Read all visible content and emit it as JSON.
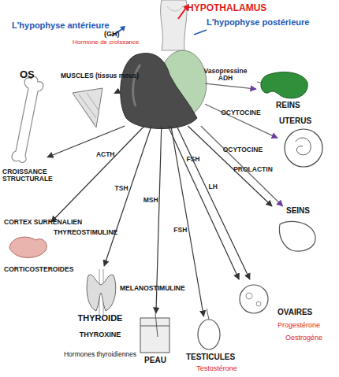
{
  "diagram": {
    "nodes": [
      {
        "text": [
          "HYPOTHALAMUS",
          "L'hypophyse antérieure",
          "L'hypophyse postérieure"
        ]
      },
      {
        "text": [
          "OS"
        ]
      },
      {
        "text": [
          "MUSCLES (tissus mous)"
        ]
      },
      {
        "text": [
          "REINS"
        ]
      },
      {
        "text": [
          "UTERUS"
        ]
      },
      {
        "text": [
          "SEINS"
        ]
      },
      {
        "text": [
          "CORTEX SURRENALIEN",
          "CORTICOSTEROIDES"
        ]
      },
      {
        "text": [
          "THYROIDE",
          "THYROXINE",
          "Hormones thyroidiennes"
        ]
      },
      {
        "text": [
          "PEAU"
        ]
      },
      {
        "text": [
          "TESTICULES",
          "Testostérone"
        ]
      },
      {
        "text": [
          "OVAIRES",
          "Progestérone",
          "Oestrogène"
        ]
      }
    ],
    "edges": [
      {
        "from": 0,
        "to": 1,
        "arrow": "to"
      },
      {
        "from": 0,
        "to": 2,
        "arrow": "to"
      },
      {
        "from": 0,
        "to": 3,
        "label": "Vasopressine ADH",
        "arrow": "to"
      },
      {
        "from": 0,
        "to": 4,
        "label": "OCYTOCINE",
        "arrow": "to"
      },
      {
        "from": 0,
        "to": 5,
        "label": "OCYTOCINE",
        "arrow": "to"
      },
      {
        "from": 0,
        "to": 6,
        "label": "ACTH",
        "arrow": "to"
      },
      {
        "from": 0,
        "to": 7,
        "label": "TSH",
        "arrow": "to"
      },
      {
        "from": 0,
        "to": 8,
        "label": "MSH",
        "arrow": "to"
      },
      {
        "from": 0,
        "to": 10,
        "label": "FSH",
        "arrow": "to"
      },
      {
        "from": 0,
        "to": 9,
        "label": "FSH",
        "arrow": "to"
      },
      {
        "from": 0,
        "to": 10,
        "label": "LH",
        "arrow": "to"
      },
      {
        "from": 0,
        "to": 5,
        "label": "PROLACTIN",
        "arrow": "to"
      }
    ],
    "labels": [
      "(GH)",
      "Hormone de croissance",
      "CROISSANCE STRUCTURALE",
      "THYREOSTIMULINE",
      "MELANOSTIMULINE"
    ]
  }
}
